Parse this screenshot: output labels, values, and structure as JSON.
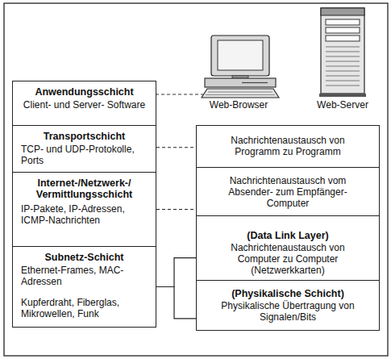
{
  "diagram": {
    "nodes": [
      {
        "text": [
          "Anwendungsschicht",
          "Client- und Server- Software"
        ]
      },
      {
        "text": [
          "Transportschicht",
          "TCP- und UDP-Protokolle, Ports"
        ]
      },
      {
        "text": [
          "Internet-/Netzwerk-/ Vermittlungsschicht",
          "IP-Pakete, IP-Adressen, ICMP-Nachrichten"
        ]
      },
      {
        "text": [
          "Subnetz-Schicht",
          "Ethernet-Frames, MAC-Adressen",
          "Kupferdraht, Fiberglas, Mikrowellen, Funk"
        ]
      },
      {
        "text": [
          "Nachrichtenaustausch von Programm zu Programm"
        ]
      },
      {
        "text": [
          "Nachrichtenaustausch vom Absender- zum Empfänger-Computer"
        ]
      },
      {
        "text": [
          "(Data Link Layer)",
          "Nachrichtenaustausch von Computer zu Computer (Netzwerkkarten)"
        ]
      },
      {
        "text": [
          "(Physikalische Schicht)",
          "Physikalische Übertragung von Signalen/Bits"
        ]
      }
    ],
    "edges": [
      {
        "from": 1,
        "to": 4,
        "arrow": "none"
      },
      {
        "from": 2,
        "to": 5,
        "arrow": "none"
      },
      {
        "from": 3,
        "to": 6,
        "arrow": "none"
      },
      {
        "from": 3,
        "to": 7,
        "arrow": "none"
      }
    ],
    "labels": [
      "Web-Browser",
      "Web-Server"
    ]
  }
}
